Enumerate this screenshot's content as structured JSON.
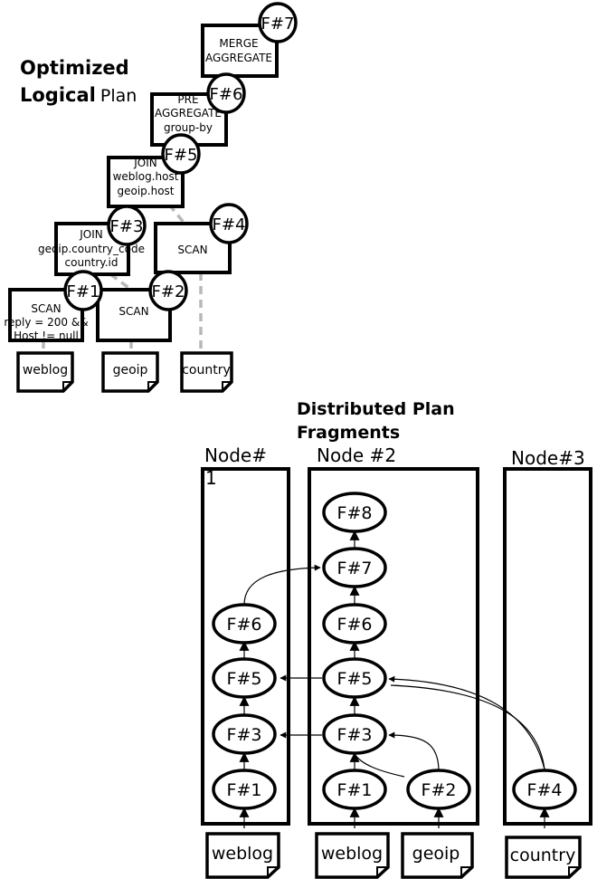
{
  "logical": {
    "title_line1": "Optimized",
    "title_line2_bold": "Logical",
    "title_line2_rest": "Plan",
    "ops": {
      "merge": [
        "MERGE",
        "AGGREGATE"
      ],
      "preagg": [
        "PRE",
        "AGGREGATE",
        "group-by"
      ],
      "join1": [
        "JOIN",
        "weblog.host",
        "geoip.host"
      ],
      "join2": [
        "JOIN",
        "geoip.country_code",
        "country.id"
      ],
      "scan_country": [
        "SCAN"
      ],
      "scan_weblog": [
        "SCAN",
        "reply = 200 &&",
        "Host != null"
      ],
      "scan_geoip": [
        "SCAN"
      ]
    },
    "fragments": {
      "f7": "F#7",
      "f6": "F#6",
      "f5": "F#5",
      "f3": "F#3",
      "f4": "F#4",
      "f1": "F#1",
      "f2": "F#2"
    },
    "tables": {
      "weblog": "weblog",
      "geoip": "geoip",
      "country": "country"
    }
  },
  "distributed": {
    "title_line1": "Distributed Plan",
    "title_line2": "Fragments",
    "nodes": {
      "node1_line1": "Node#",
      "node1_line2": "1",
      "node2": "Node #2",
      "node3": "Node#3"
    },
    "node1_fragments": {
      "f6": "F#6",
      "f5": "F#5",
      "f3": "F#3",
      "f1": "F#1"
    },
    "node2_fragments": {
      "f8": "F#8",
      "f7": "F#7",
      "f6": "F#6",
      "f5": "F#5",
      "f3": "F#3",
      "f1": "F#1",
      "f2": "F#2"
    },
    "node3_fragments": {
      "f4": "F#4"
    },
    "tables": {
      "n1_weblog": "weblog",
      "n2_weblog": "weblog",
      "n2_geoip": "geoip",
      "n3_country": "country"
    }
  }
}
